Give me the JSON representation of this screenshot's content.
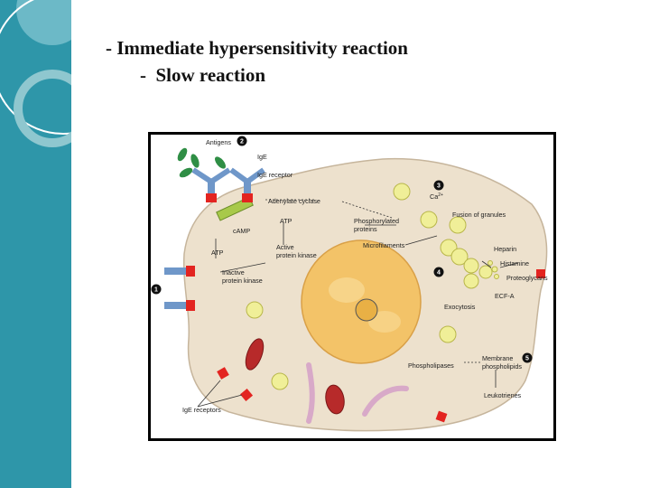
{
  "slide": {
    "line1": "- Immediate hypersensitivity reaction",
    "line2": "-  Slow reaction"
  },
  "diagram": {
    "labels": {
      "antigens": "Antigens",
      "ige": "IgE",
      "ige_receptor": "IgE receptor",
      "adenylate_cyclase": "Adenylate cyclase",
      "atp_top": "ATP",
      "camp": "cAMP",
      "atp_left": "ATP",
      "active_pk_1": "Active",
      "active_pk_2": "protein kinase",
      "inactive_pk_1": "Inactive",
      "inactive_pk_2": "protein kinase",
      "ca": "Ca",
      "ca_sup": "2+",
      "phosphorylated_1": "Phosphorylated",
      "phosphorylated_2": "proteins",
      "microfilaments": "Microfilaments",
      "fusion": "Fusion of granules",
      "heparin": "Heparin",
      "histamine": "Histamine",
      "proteoglycans": "Proteoglycans",
      "ecfa": "ECF-A",
      "exocytosis": "Exocytosis",
      "phospholipases": "Phospholipases",
      "membrane_1": "Membrane",
      "membrane_2": "phospholipids",
      "leukotrienes": "Leukotrienes",
      "ige_receptors": "IgE receptors"
    },
    "steps": [
      "1",
      "2",
      "3",
      "4",
      "5"
    ],
    "colors": {
      "cell": "#ede1cd",
      "nucleus": "#f3c368",
      "granule": "#f0ef98",
      "receptor": "#6f97c9",
      "receptor_tip": "#e32420",
      "antigen": "#2f8e45",
      "mitochondria": "#b72a2a",
      "golgi": "#d8a9c8",
      "sidebar": "#2e96a9"
    }
  }
}
